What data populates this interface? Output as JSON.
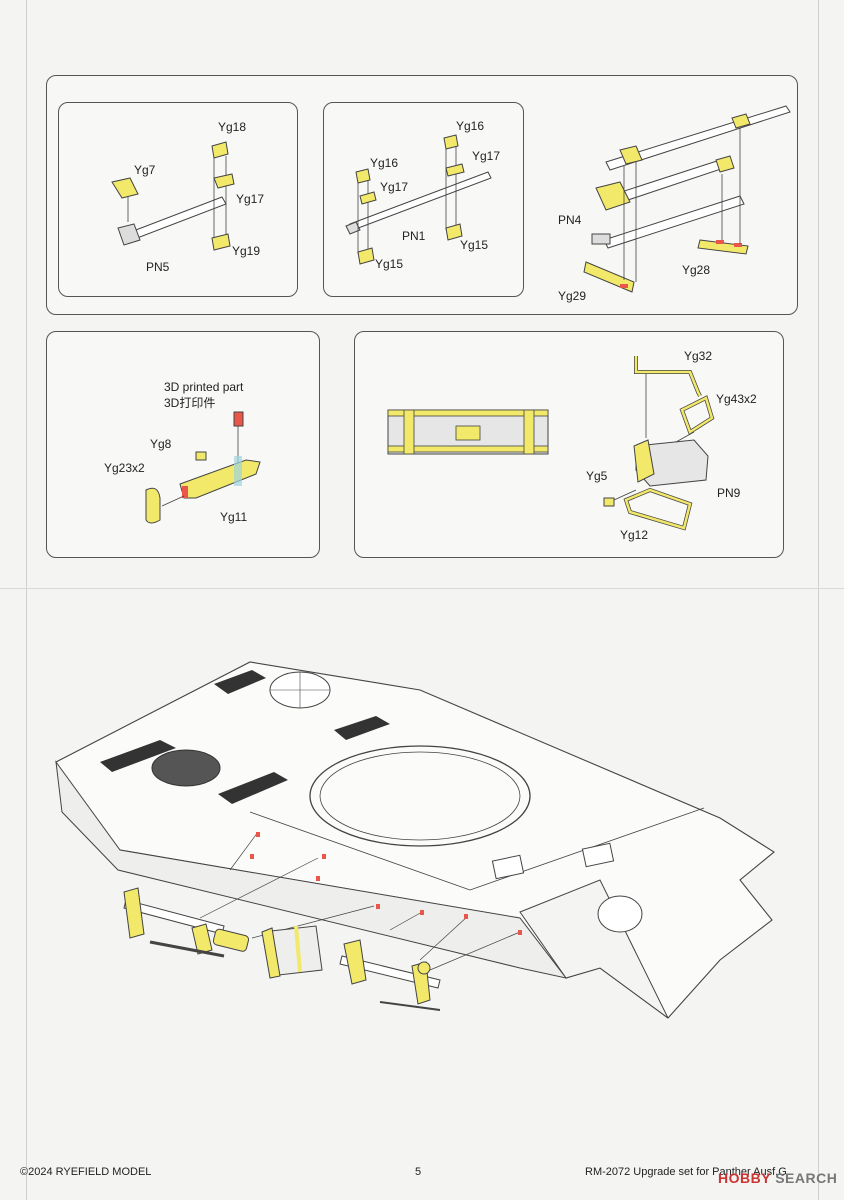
{
  "steps": {
    "a": {
      "labels": [
        "Yg18",
        "Yg7",
        "Yg17",
        "Yg19",
        "PN5"
      ]
    },
    "b": {
      "labels": [
        "Yg16",
        "Yg16",
        "Yg17",
        "Yg17",
        "PN1",
        "Yg15",
        "Yg15"
      ]
    },
    "c": {
      "labels": [
        "PN4",
        "Yg28",
        "Yg29"
      ]
    },
    "d": {
      "note_en": "3D printed part",
      "note_cn": "3D打印件",
      "labels": [
        "Yg8",
        "Yg23x2",
        "Yg11"
      ]
    },
    "e": {
      "labels": [
        "Yg32",
        "Yg43x2",
        "Yg5",
        "PN9",
        "Yg12"
      ]
    }
  },
  "footer": {
    "copyright": "©2024 RYEFIELD MODEL",
    "page_number": "5",
    "product": "RM-2072 Upgrade set for Panther Ausf.G"
  },
  "watermark": {
    "brand": "HOBBY",
    "suffix": "SEARCH"
  },
  "colors": {
    "etched_part": "#f2e86a",
    "printed_part": "#e8574a",
    "line": "#444444"
  }
}
